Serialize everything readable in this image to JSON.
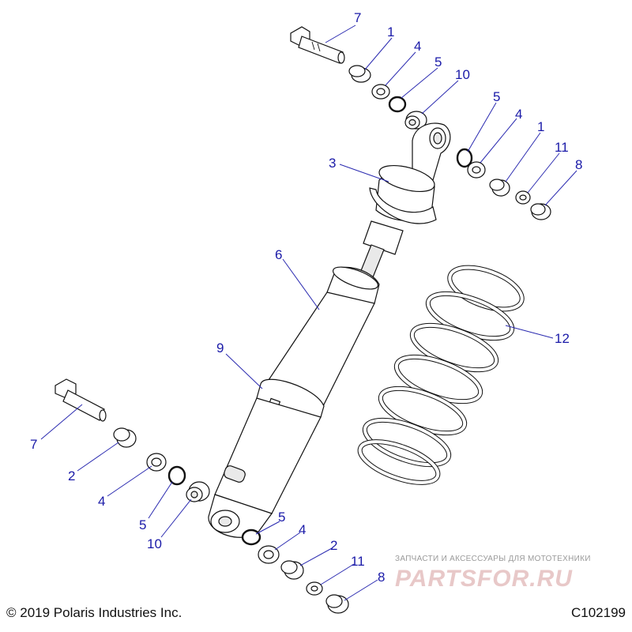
{
  "callouts": [
    {
      "id": "c7a",
      "label": "7"
    },
    {
      "id": "c1a",
      "label": "1"
    },
    {
      "id": "c4a",
      "label": "4"
    },
    {
      "id": "c5a",
      "label": "5"
    },
    {
      "id": "c10a",
      "label": "10"
    },
    {
      "id": "c5b",
      "label": "5"
    },
    {
      "id": "c4b",
      "label": "4"
    },
    {
      "id": "c1b",
      "label": "1"
    },
    {
      "id": "c11a",
      "label": "11"
    },
    {
      "id": "c8a",
      "label": "8"
    },
    {
      "id": "c3",
      "label": "3"
    },
    {
      "id": "c6",
      "label": "6"
    },
    {
      "id": "c12",
      "label": "12"
    },
    {
      "id": "c9",
      "label": "9"
    },
    {
      "id": "c7b",
      "label": "7"
    },
    {
      "id": "c2a",
      "label": "2"
    },
    {
      "id": "c4c",
      "label": "4"
    },
    {
      "id": "c5c",
      "label": "5"
    },
    {
      "id": "c10b",
      "label": "10"
    },
    {
      "id": "c5d",
      "label": "5"
    },
    {
      "id": "c4d",
      "label": "4"
    },
    {
      "id": "c2b",
      "label": "2"
    },
    {
      "id": "c11b",
      "label": "11"
    },
    {
      "id": "c8b",
      "label": "8"
    }
  ],
  "footer": {
    "copyright": "© 2019 Polaris Industries Inc.",
    "drawing_number": "C102199"
  },
  "watermark": {
    "tagline": "ЗАПЧАСТИ И АКСЕССУАРЫ ДЛЯ МОТОТЕХНИКИ",
    "brand": "PARTSFOR.RU"
  }
}
